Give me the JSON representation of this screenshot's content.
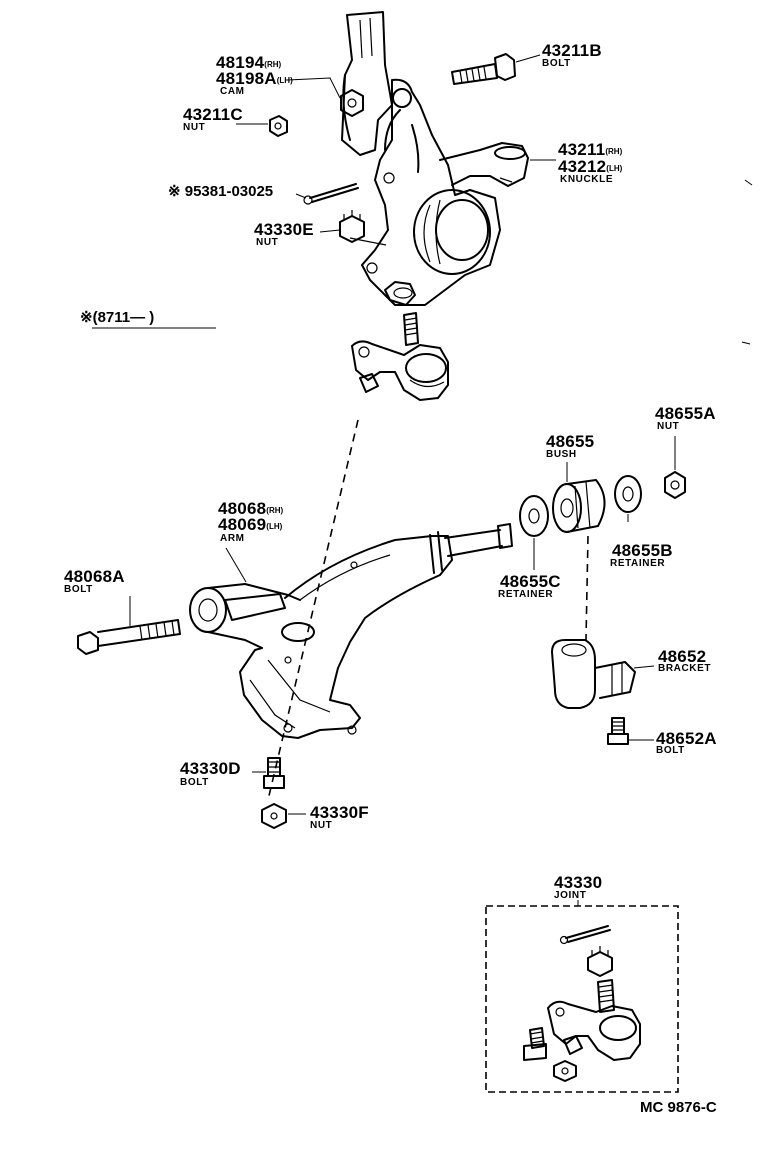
{
  "diagram_code": "MC 9876-C",
  "date_note": "※(8711—      )",
  "labels": {
    "p48194": {
      "number": "48194",
      "suffix": "(RH)"
    },
    "p48198A": {
      "number": "48198A",
      "suffix": "(LH)",
      "name": "CAM"
    },
    "p43211C": {
      "number": "43211C",
      "name": "NUT"
    },
    "p43211B": {
      "number": "43211B",
      "name": "BOLT"
    },
    "p43211": {
      "number": "43211",
      "suffix": "(RH)"
    },
    "p43212": {
      "number": "43212",
      "suffix": "(LH)",
      "name": "KNUCKLE"
    },
    "p95381": {
      "number": "※ 95381-03025"
    },
    "p43330E": {
      "number": "43330E",
      "name": "NUT"
    },
    "p48655A": {
      "number": "48655A",
      "name": "NUT"
    },
    "p48655": {
      "number": "48655",
      "name": "BUSH"
    },
    "p48068": {
      "number": "48068",
      "suffix": "(RH)"
    },
    "p48069": {
      "number": "48069",
      "suffix": "(LH)",
      "name": "ARM"
    },
    "p48655B": {
      "number": "48655B",
      "name": "RETAINER"
    },
    "p48655C": {
      "number": "48655C",
      "name": "RETAINER"
    },
    "p48068A": {
      "number": "48068A",
      "name": "BOLT"
    },
    "p48652": {
      "number": "48652",
      "name": "BRACKET"
    },
    "p48652A": {
      "number": "48652A",
      "name": "BOLT"
    },
    "p43330D": {
      "number": "43330D",
      "name": "BOLT"
    },
    "p43330F": {
      "number": "43330F",
      "name": "NUT"
    },
    "p43330": {
      "number": "43330",
      "name": "JOINT"
    }
  }
}
